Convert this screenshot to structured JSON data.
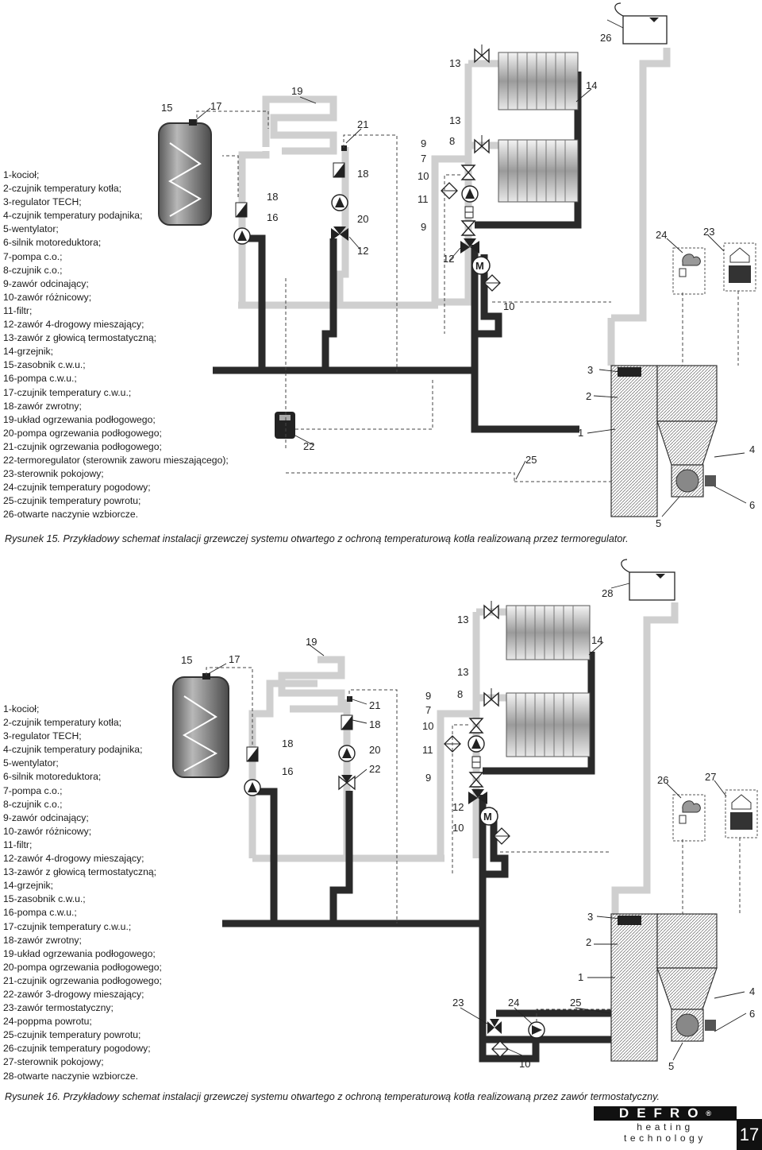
{
  "figure1": {
    "caption": "Rysunek 15. Przykładowy schemat instalacji grzewczej systemu otwartego z ochroną temperaturową kotła realizowaną przez termoregulator.",
    "legend": [
      "1-kocioł;",
      "2-czujnik temperatury kotła;",
      "3-regulator TECH;",
      "4-czujnik temperatury podajnika;",
      "5-wentylator;",
      "6-silnik motoreduktora;",
      "7-pompa c.o.;",
      "8-czujnik c.o.;",
      "9-zawór odcinający;",
      "10-zawór różnicowy;",
      "11-filtr;",
      "12-zawór 4-drogowy mieszający;",
      "13-zawór z głowicą termostatyczną;",
      "14-grzejnik;",
      "15-zasobnik c.w.u.;",
      "16-pompa c.w.u.;",
      "17-czujnik temperatury c.w.u.;",
      "18-zawór zwrotny;",
      "19-układ ogrzewania podłogowego;",
      "20-pompa ogrzewania podłogowego;",
      "21-czujnik ogrzewania podłogowego;",
      "22-termoregulator (sterownik zaworu mieszającego);",
      "23-sterownik pokojowy;",
      "24-czujnik temperatury pogodowy;",
      "25-czujnik temperatury powrotu;",
      "26-otwarte naczynie wzbiorcze."
    ],
    "labels": {
      "n15": "15",
      "n17": "17",
      "n19": "19",
      "n21": "21",
      "n18a": "18",
      "n18b": "18",
      "n16": "16",
      "n20": "20",
      "n12a": "12",
      "n13a": "13",
      "n13b": "13",
      "n9a": "9",
      "n7": "7",
      "n8": "8",
      "n10a": "10",
      "n11": "11",
      "n9b": "9",
      "n12b": "12",
      "n14": "14",
      "n26": "26",
      "n10b": "10",
      "n24": "24",
      "n23": "23",
      "n3": "3",
      "n2": "2",
      "n1": "1",
      "n4": "4",
      "n6": "6",
      "n5": "5",
      "n22": "22",
      "n25": "25",
      "motor": "M"
    }
  },
  "figure2": {
    "caption": "Rysunek 16. Przykładowy schemat instalacji grzewczej systemu otwartego  z ochroną temperaturową kotła realizowaną przez zawór termostatyczny.",
    "legend": [
      "1-kocioł;",
      "2-czujnik temperatury kotła;",
      "3-regulator TECH;",
      "4-czujnik temperatury podajnika;",
      "5-wentylator;",
      "6-silnik motoreduktora;",
      "7-pompa c.o.;",
      "8-czujnik c.o.;",
      "9-zawór odcinający;",
      "10-zawór różnicowy;",
      "11-filtr;",
      "12-zawór 4-drogowy mieszający;",
      "13-zawór z głowicą termostatyczną;",
      "14-grzejnik;",
      "15-zasobnik c.w.u.;",
      "16-pompa c.w.u.;",
      "17-czujnik temperatury c.w.u.;",
      "18-zawór zwrotny;",
      "19-układ ogrzewania podłogowego;",
      "20-pompa ogrzewania podłogowego;",
      "21-czujnik ogrzewania podłogowego;",
      "22-zawór 3-drogowy mieszający;",
      "23-zawór termostatyczny;",
      "24-poppma powrotu;",
      "25-czujnik temperatury powrotu;",
      "26-czujnik temperatury pogodowy;",
      "27-sterownik pokojowy;",
      "28-otwarte naczynie wzbiorcze."
    ],
    "labels": {
      "n15": "15",
      "n17": "17",
      "n19": "19",
      "n21": "21",
      "n18a": "18",
      "n18b": "18",
      "n16": "16",
      "n20": "20",
      "n22": "22",
      "n13a": "13",
      "n13b": "13",
      "n9a": "9",
      "n7": "7",
      "n8": "8",
      "n10a": "10",
      "n11": "11",
      "n9b": "9",
      "n12": "12",
      "n10b": "10",
      "n14": "14",
      "n28": "28",
      "n26": "26",
      "n27": "27",
      "n3": "3",
      "n2": "2",
      "n1": "1",
      "n4": "4",
      "n6": "6",
      "n5": "5",
      "n23": "23",
      "n24": "24",
      "n25": "25",
      "n10c": "10",
      "motor": "M"
    }
  },
  "brand": {
    "name": "DEFRO",
    "registered": "®",
    "tagline": "heating technology"
  },
  "page_number": "17"
}
